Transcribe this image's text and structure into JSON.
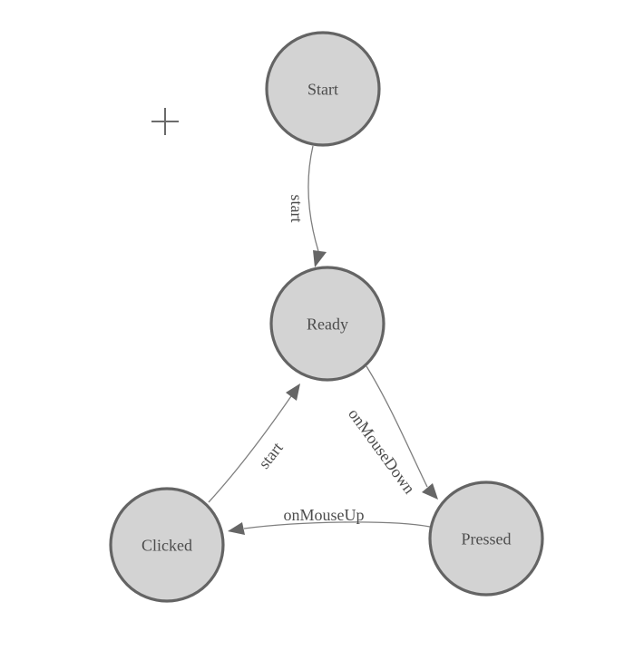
{
  "palette": {
    "background": "#ffffff",
    "node_fill": "#d3d3d3",
    "node_stroke": "#646464",
    "edge_line": "#7f7f7f",
    "arrow_fill": "#666666",
    "label_color": "#4d4d4d",
    "crosshair_color": "#6b6b6b"
  },
  "icons": {
    "crosshair": "plus-crosshair"
  },
  "nodes": [
    {
      "id": "start",
      "label": "Start"
    },
    {
      "id": "ready",
      "label": "Ready"
    },
    {
      "id": "clicked",
      "label": "Clicked"
    },
    {
      "id": "pressed",
      "label": "Pressed"
    }
  ],
  "edges": [
    {
      "id": "start-to-ready",
      "from": "Start",
      "to": "Ready",
      "label": "start"
    },
    {
      "id": "ready-to-pressed",
      "from": "Ready",
      "to": "Pressed",
      "label": "onMouseDown"
    },
    {
      "id": "pressed-to-clicked",
      "from": "Pressed",
      "to": "Clicked",
      "label": "onMouseUp"
    },
    {
      "id": "clicked-to-ready",
      "from": "Clicked",
      "to": "Ready",
      "label": "start"
    }
  ]
}
